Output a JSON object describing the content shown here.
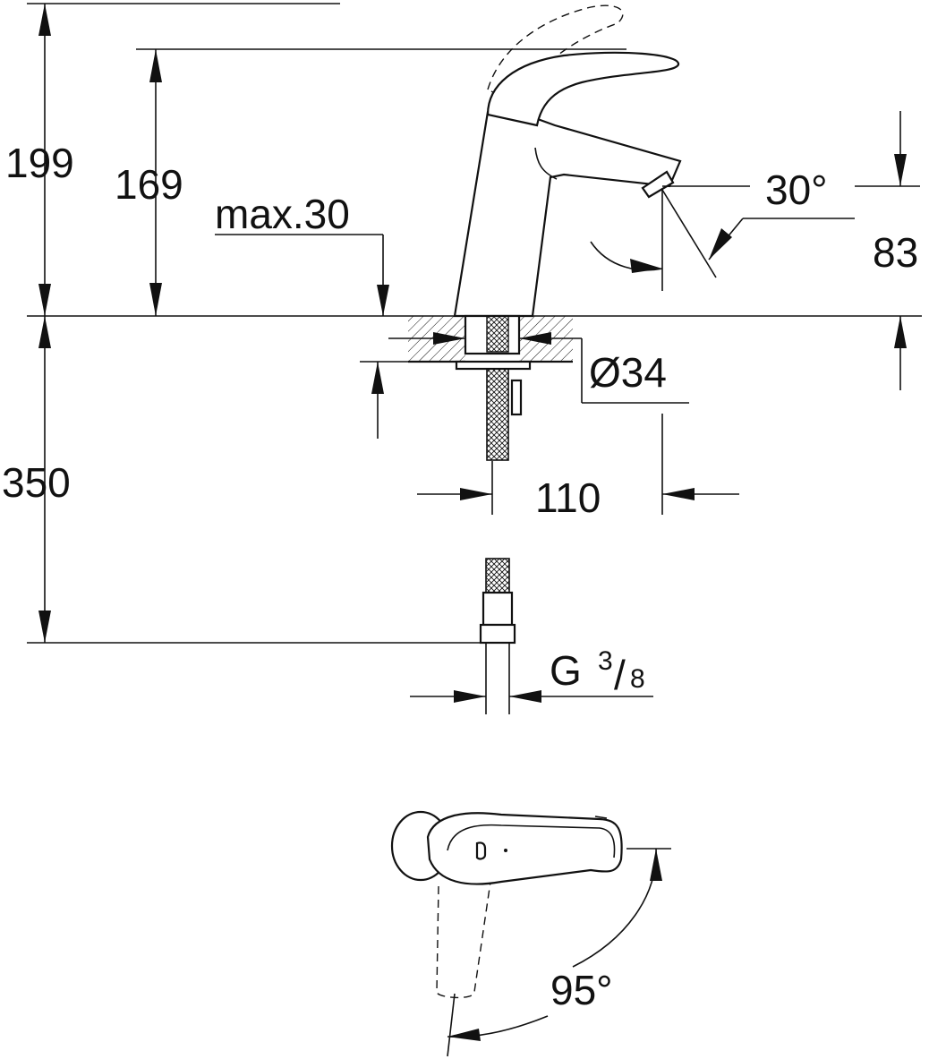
{
  "dimensions": {
    "total_height": "199",
    "spout_height": "169",
    "max_thickness": "max.30",
    "spout_angle": "30°",
    "outlet_height": "83",
    "hole_diameter": "Ø34",
    "projection": "110",
    "hose_length": "350",
    "thread_prefix": "G",
    "thread_num": "3",
    "thread_slash": "/",
    "thread_den": "8",
    "lever_rotation": "95°"
  },
  "colors": {
    "line": "#111111",
    "background": "#ffffff"
  }
}
